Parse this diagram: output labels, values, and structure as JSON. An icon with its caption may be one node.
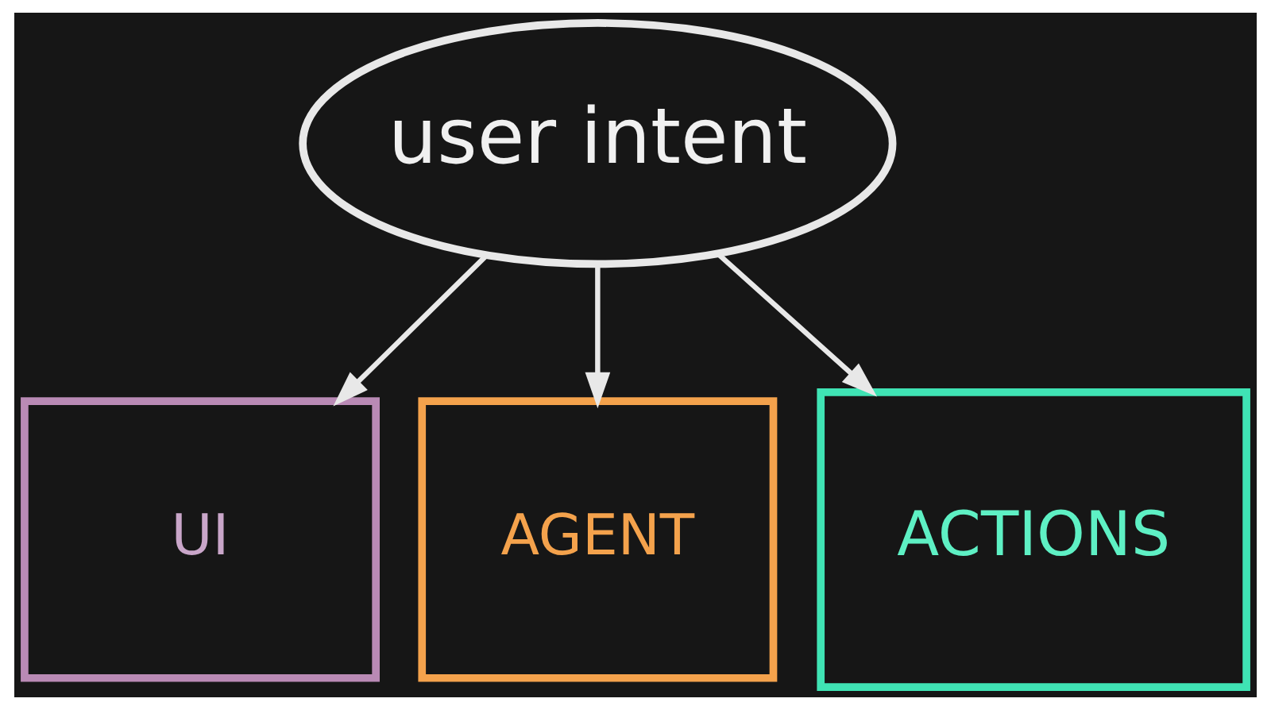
{
  "diagram": {
    "nodes": [
      {
        "text": [
          "user intent"
        ]
      },
      {
        "text": [
          "UI"
        ]
      },
      {
        "text": [
          "AGENT"
        ]
      },
      {
        "text": [
          "ACTIONS"
        ]
      }
    ],
    "edges": [
      {
        "from": 0,
        "to": 1,
        "arrow": "to"
      },
      {
        "from": 0,
        "to": 2,
        "arrow": "to"
      },
      {
        "from": 0,
        "to": 3,
        "arrow": "to"
      }
    ]
  }
}
